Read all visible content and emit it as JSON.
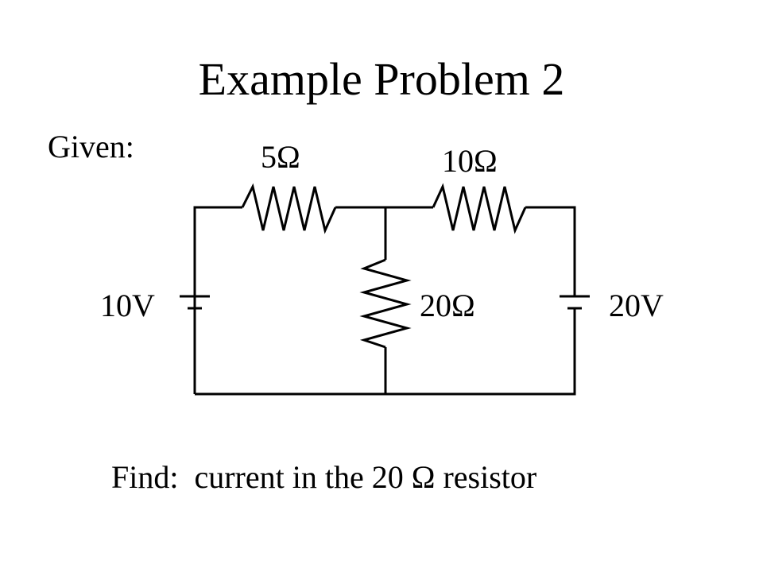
{
  "slide": {
    "title": "Example Problem 2",
    "given_label": "Given:",
    "find_line": "Find:  current in the 20 Ω resistor"
  },
  "circuit": {
    "resistor_left_label": "5Ω",
    "resistor_right_label": "10Ω",
    "resistor_middle_label": "20Ω",
    "source_left_label": "10V",
    "source_right_label": "20V"
  }
}
